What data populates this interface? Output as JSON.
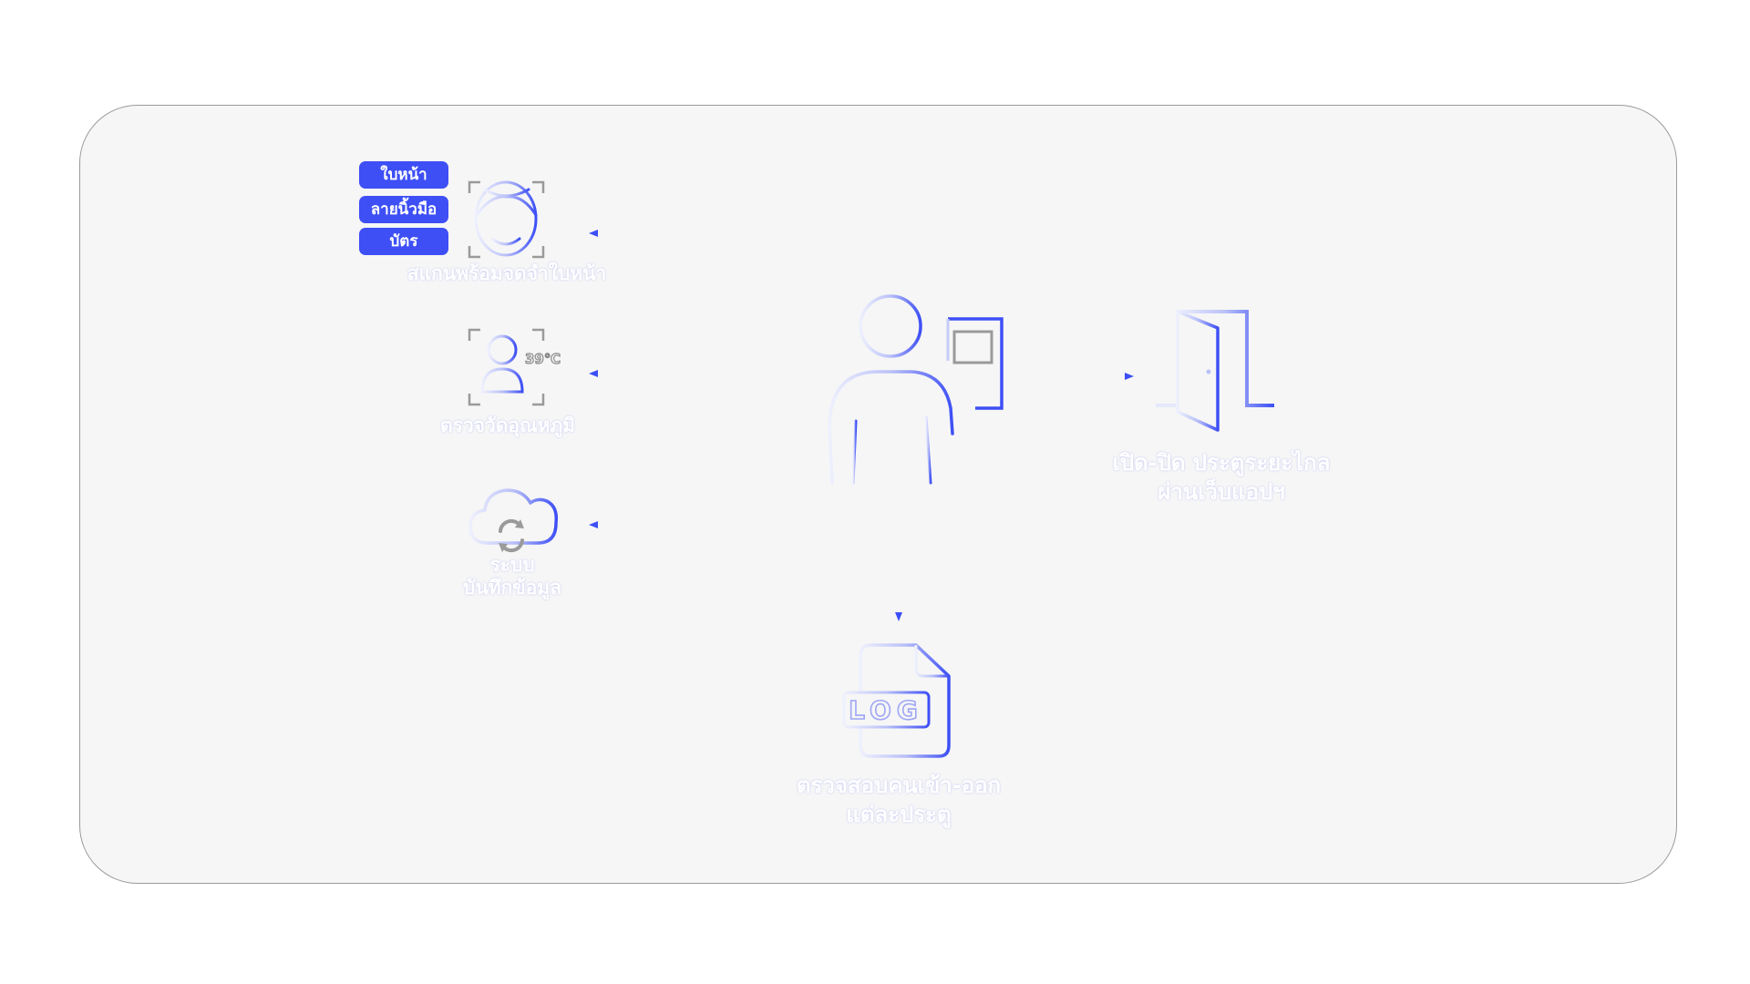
{
  "colors": {
    "accent": "#3d4ff5",
    "panel_background": "#f6f6f6",
    "panel_border": "#9a9a9a",
    "icon_gray": "#9a9a9a"
  },
  "methods": {
    "face": "ใบหน้า",
    "fingerprint": "ลายนิ้วมือ",
    "card": "บัตร"
  },
  "nodes": {
    "face_scan": {
      "icon": "face-scan-icon",
      "caption": "สแกนพร้อมจดจำใบหน้า"
    },
    "temperature": {
      "icon": "temperature-scan-icon",
      "reading": "39℃",
      "caption": "ตรวจวัดอุณหภูมิ"
    },
    "cloud": {
      "icon": "cloud-sync-icon",
      "caption_line1": "ระบบ",
      "caption_line2": "บันทึกข้อมูล"
    },
    "person": {
      "icon": "person-with-scanner-icon"
    },
    "door": {
      "icon": "door-icon",
      "caption_line1": "เปิด-ปิด ประตูระยะไกล",
      "caption_line2": "ผ่านเว็บแอปฯ"
    },
    "log": {
      "icon": "log-file-icon",
      "label": "LOG",
      "caption_line1": "ตรวจสอบคนเข้า-ออก",
      "caption_line2": "แต่ละประตู"
    }
  }
}
